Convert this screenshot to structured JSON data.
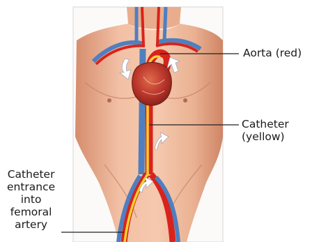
{
  "labels": {
    "aorta": "Aorta (red)",
    "catheter": [
      "Catheter",
      "(yellow)"
    ],
    "entrance": [
      "Catheter",
      "entrance",
      "into",
      "femoral",
      "artery"
    ]
  },
  "colors": {
    "skin": "#f0b89c",
    "artery": "#d8231c",
    "vein": "#4f7fc0",
    "catheter": "#f6d22e",
    "heart": "#b8342a",
    "leader_line": "#222222"
  }
}
